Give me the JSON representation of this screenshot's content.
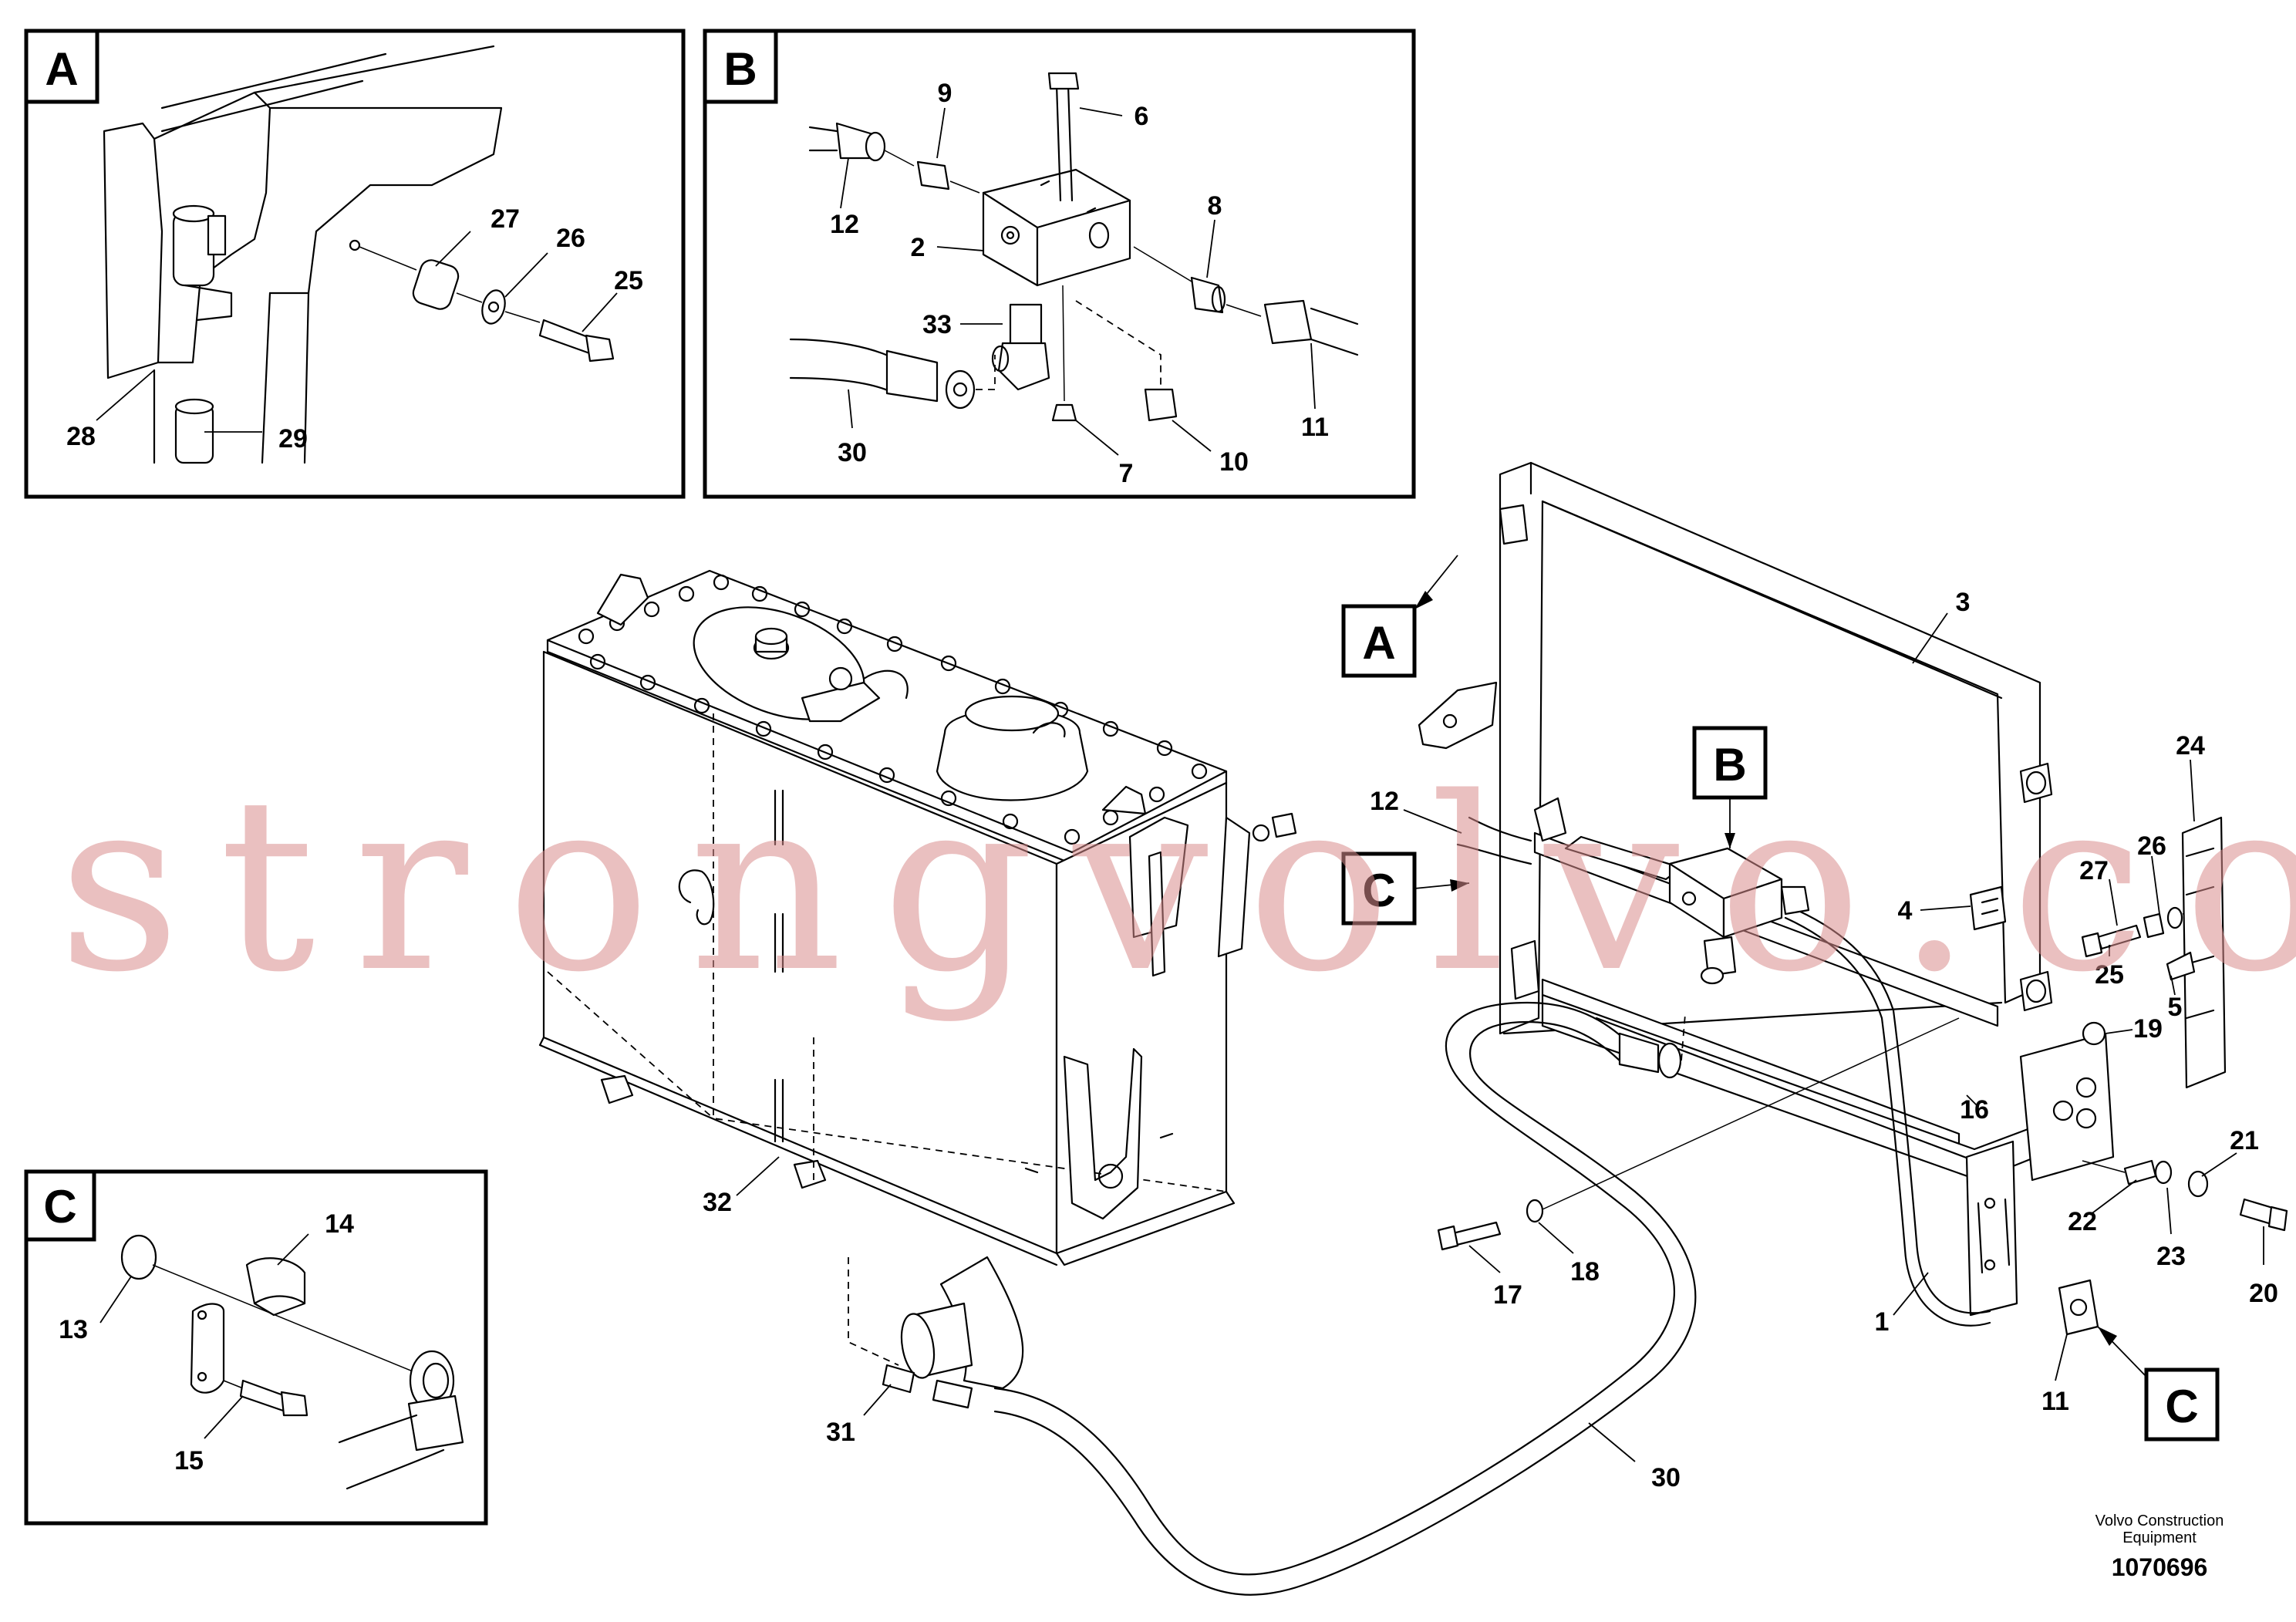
{
  "watermark": "strongvolvo.com",
  "detail_panels": {
    "a": {
      "letter": "A",
      "callouts": [
        "27",
        "26",
        "25",
        "28",
        "29"
      ]
    },
    "b": {
      "letter": "B",
      "callouts": [
        "9",
        "6",
        "12",
        "2",
        "8",
        "33",
        "30",
        "7",
        "10",
        "11"
      ]
    },
    "c": {
      "letter": "C",
      "callouts": [
        "14",
        "13",
        "15"
      ]
    }
  },
  "main_view": {
    "tags": {
      "a": "A",
      "b": "B",
      "c_left": "C",
      "c_right": "C"
    },
    "callouts": [
      "3",
      "24",
      "12",
      "4",
      "27",
      "26",
      "25",
      "5",
      "19",
      "16",
      "21",
      "22",
      "23",
      "20",
      "1",
      "11",
      "17",
      "18",
      "32",
      "31",
      "30"
    ]
  },
  "footer": {
    "brand_line1": "Volvo Construction",
    "brand_line2": "Equipment",
    "drawing_number": "1070696"
  }
}
